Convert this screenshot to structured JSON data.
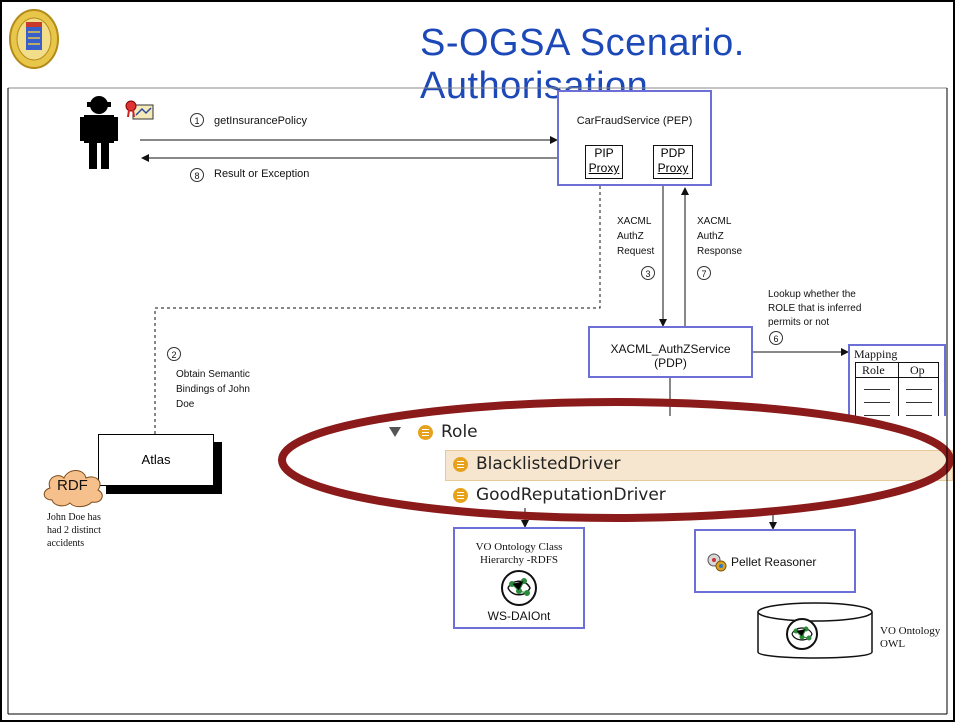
{
  "title": "S-OGSA Scenario. Authorisation",
  "user": {
    "step1_num": "1",
    "step1_label": "getInsurancePolicy",
    "step8_num": "8",
    "step8_label": "Result or Exception"
  },
  "pep": {
    "title": "CarFraudService (PEP)",
    "pip_line1": "PIP",
    "pip_line2": "Proxy",
    "pdp_line1": "PDP",
    "pdp_line2": "Proxy"
  },
  "request": {
    "line1": "XACML",
    "line2": "AuthZ",
    "line3": "Request",
    "num": "3"
  },
  "response": {
    "line1": "XACML",
    "line2": "AuthZ",
    "line3": "Response",
    "num": "7"
  },
  "lookup": {
    "line1": "Lookup whether the",
    "line2": "ROLE that is inferred",
    "line3": "permits or not",
    "num": "6"
  },
  "pdp": {
    "line1": "XACML_AuthZService",
    "line2": "(PDP)"
  },
  "mapping": {
    "title": "Mapping",
    "col_role": "Role",
    "col_op": "Op"
  },
  "bindings": {
    "num": "2",
    "line1": "Obtain Semantic",
    "line2": "Bindings of John",
    "line3": "Doe"
  },
  "atlas": {
    "label": "Atlas"
  },
  "rdf": {
    "label": "RDF",
    "note1": "John Doe has",
    "note2": "had 2 distinct",
    "note3": "accidents"
  },
  "ontology_panel": {
    "root": "Role",
    "item1": "BlacklistedDriver",
    "item2": "GoodReputationDriver"
  },
  "vo_class": {
    "line1": "VO Ontology Class",
    "line2": "Hierarchy -RDFS",
    "label": "WS-DAIOnt"
  },
  "pellet": {
    "label": "Pellet Reasoner"
  },
  "vo_owl": {
    "line1": "VO Ontology",
    "line2": "OWL"
  },
  "colors": {
    "title": "#1c48b8",
    "box_border": "#6b6fd6",
    "highlight_oval": "#8b1a1a",
    "highlight_row": "#f6e6cf",
    "rdf_cloud": "#f6c08c"
  }
}
